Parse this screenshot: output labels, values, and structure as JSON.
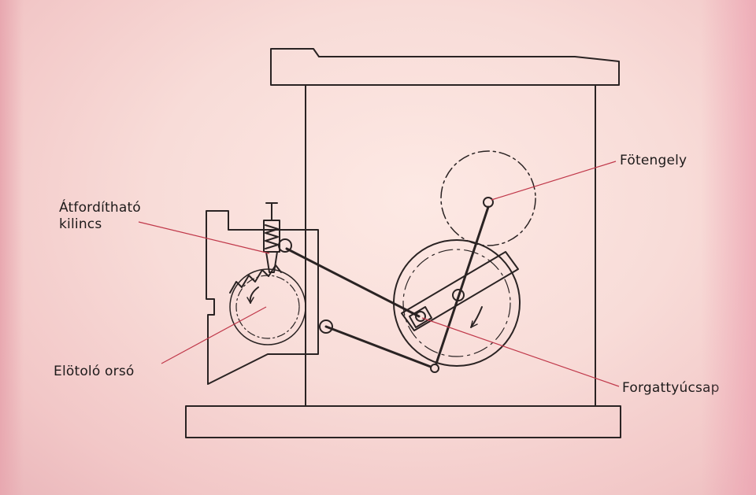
{
  "labels": {
    "atforditha_line1": "Átfordítható",
    "atforditha_line2": "kilincs",
    "fotengely": "Fötengely",
    "elotolo_orso": "Elötoló orsó",
    "forgattyucsap": "Forgattyúcsap"
  },
  "colors": {
    "line": "#2a2323",
    "leader": "#c0384a",
    "background": "#f8dcd8"
  }
}
